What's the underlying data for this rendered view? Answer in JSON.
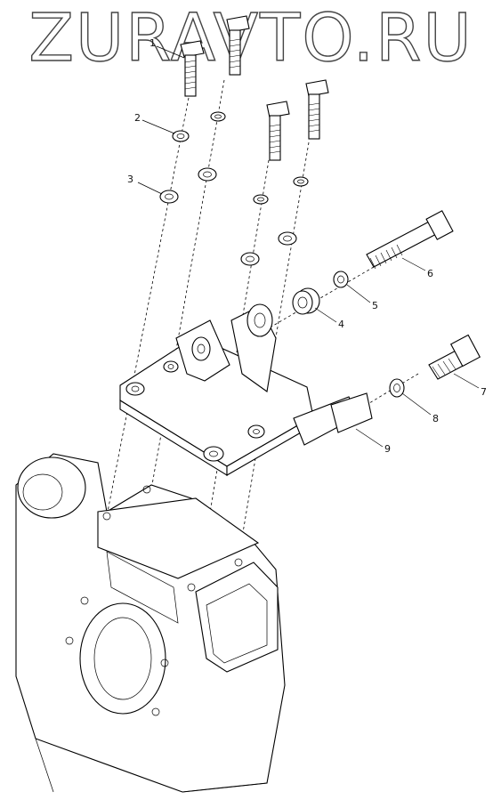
{
  "watermark": {
    "text": "ZURAVTO.RU"
  },
  "labels": [
    {
      "id": "1",
      "text": "1"
    },
    {
      "id": "2",
      "text": "2"
    },
    {
      "id": "3",
      "text": "3"
    },
    {
      "id": "4",
      "text": "4"
    },
    {
      "id": "5",
      "text": "5"
    },
    {
      "id": "6",
      "text": "6"
    },
    {
      "id": "7",
      "text": "7"
    },
    {
      "id": "8",
      "text": "8"
    },
    {
      "id": "9",
      "text": "9"
    }
  ]
}
